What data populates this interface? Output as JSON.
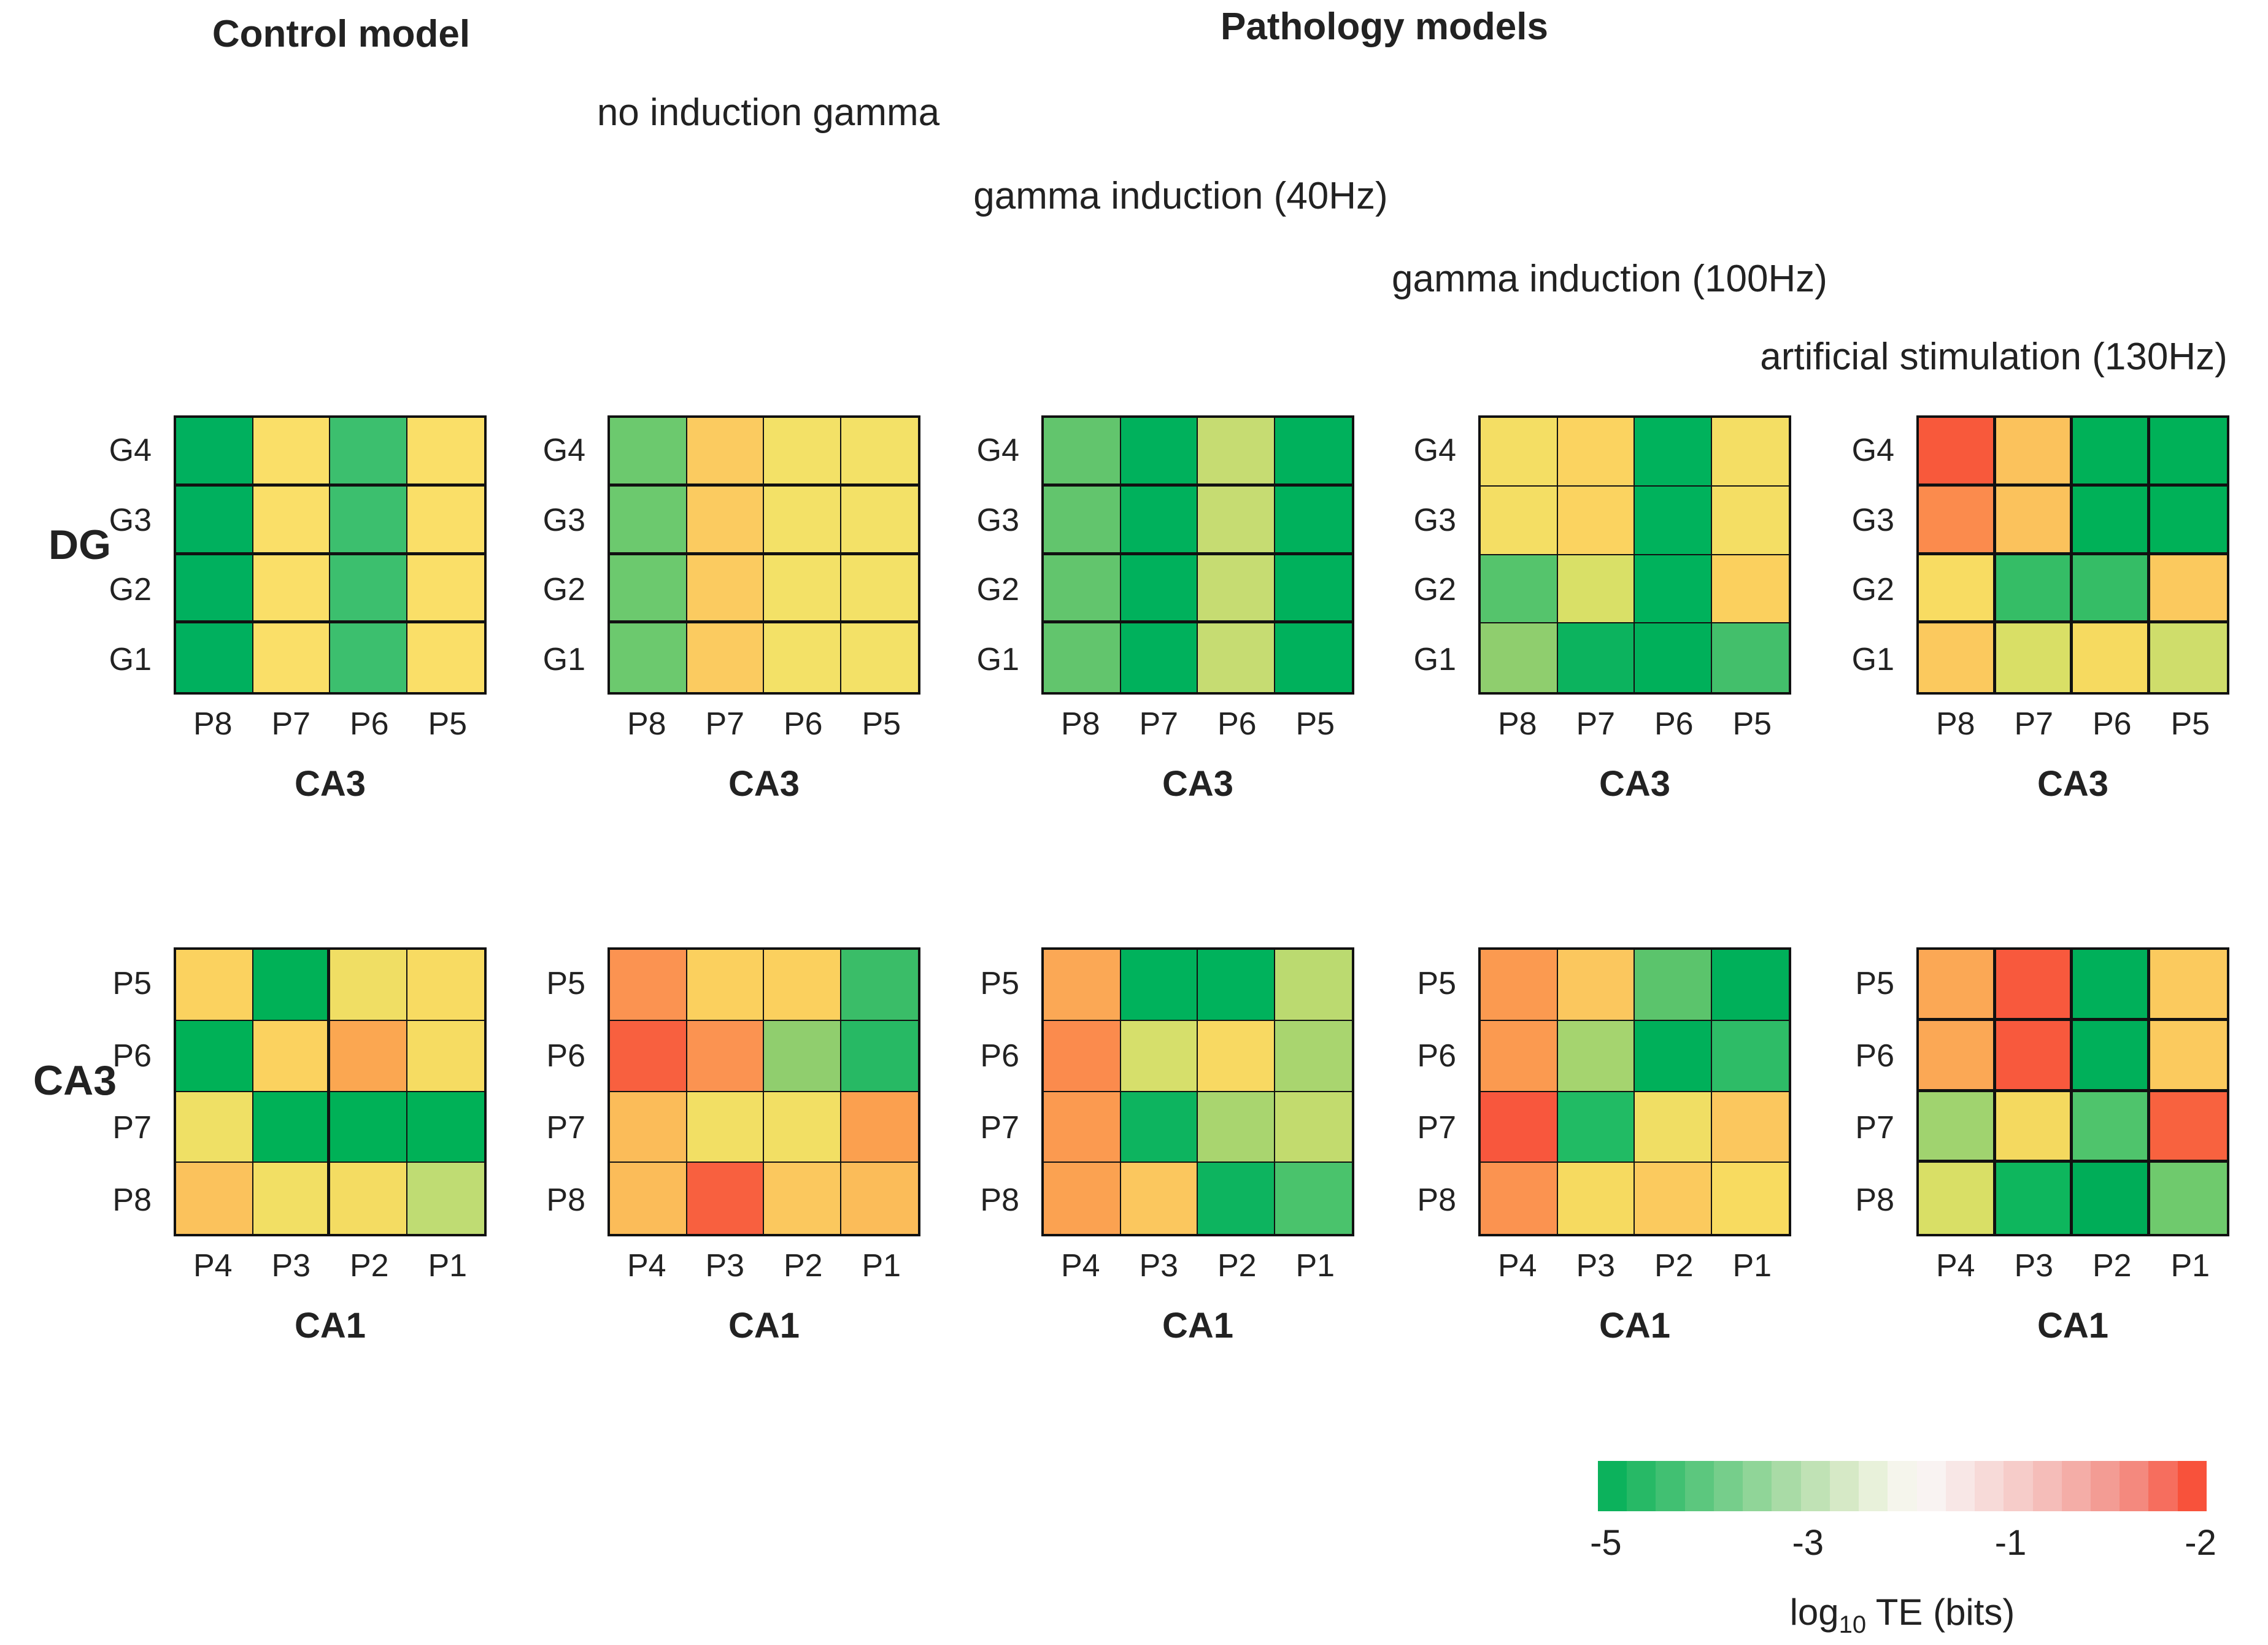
{
  "header": {
    "control_title": "Control model",
    "pathology_title": "Pathology models"
  },
  "conditions": [
    "no induction gamma",
    "gamma induction (40Hz)",
    "gamma induction (100Hz)",
    "artificial stimulation (130Hz)"
  ],
  "row_groups": {
    "top_label": "DG",
    "bottom_label": "CA3"
  },
  "chart_data": [
    {
      "id": "dg-ca3-control",
      "type": "heatmap",
      "condition": "Control model",
      "ylabel": "DG",
      "xlabel": "CA3",
      "rows": [
        "G4",
        "G3",
        "G2",
        "G1"
      ],
      "cols": [
        "P8",
        "P7",
        "P6",
        "P5"
      ],
      "line_style": "rows",
      "cell_colors": [
        [
          "#00B05E",
          "#FADF68",
          "#3CBF6E",
          "#FADF68"
        ],
        [
          "#00B05E",
          "#FADF68",
          "#3CBF6E",
          "#FADF68"
        ],
        [
          "#00B05E",
          "#FADF68",
          "#3CBF6E",
          "#FADF68"
        ],
        [
          "#00B05E",
          "#FADF68",
          "#3CBF6E",
          "#FADF68"
        ]
      ]
    },
    {
      "id": "dg-ca3-no-induction",
      "type": "heatmap",
      "condition": "no induction gamma",
      "ylabel": "DG",
      "xlabel": "CA3",
      "rows": [
        "G4",
        "G3",
        "G2",
        "G1"
      ],
      "cols": [
        "P8",
        "P7",
        "P6",
        "P5"
      ],
      "line_style": "rows",
      "cell_colors": [
        [
          "#6CC96E",
          "#FBCB60",
          "#F3E167",
          "#F3E167"
        ],
        [
          "#6CC96E",
          "#FBCB60",
          "#F3E167",
          "#F3E167"
        ],
        [
          "#6CC96E",
          "#FBCB60",
          "#F3E167",
          "#F3E167"
        ],
        [
          "#6CC96E",
          "#FBCB60",
          "#F3E167",
          "#F3E167"
        ]
      ]
    },
    {
      "id": "dg-ca3-gamma-40hz",
      "type": "heatmap",
      "condition": "gamma induction (40Hz)",
      "ylabel": "DG",
      "xlabel": "CA3",
      "rows": [
        "G4",
        "G3",
        "G2",
        "G1"
      ],
      "cols": [
        "P8",
        "P7",
        "P6",
        "P5"
      ],
      "line_style": "rows",
      "cell_colors": [
        [
          "#62C56D",
          "#00B15C",
          "#C6DC72",
          "#00B15C"
        ],
        [
          "#62C56D",
          "#00B15C",
          "#C6DC72",
          "#00B15C"
        ],
        [
          "#62C56D",
          "#00B15C",
          "#C6DC72",
          "#00B15C"
        ],
        [
          "#62C56D",
          "#00B15C",
          "#C6DC72",
          "#00B15C"
        ]
      ]
    },
    {
      "id": "dg-ca3-gamma-100hz",
      "type": "heatmap",
      "condition": "gamma induction (100Hz)",
      "ylabel": "DG",
      "xlabel": "CA3",
      "rows": [
        "G4",
        "G3",
        "G2",
        "G1"
      ],
      "cols": [
        "P8",
        "P7",
        "P6",
        "P5"
      ],
      "line_style": "thin",
      "cell_colors": [
        [
          "#F4DE64",
          "#FBD360",
          "#00B25C",
          "#F4DE64"
        ],
        [
          "#F4DE64",
          "#FBD360",
          "#00B25C",
          "#F4DE64"
        ],
        [
          "#55C46C",
          "#D9E067",
          "#00B25C",
          "#FBD05E"
        ],
        [
          "#8FCE6E",
          "#0CB35E",
          "#00B05A",
          "#43BF6B"
        ]
      ]
    },
    {
      "id": "dg-ca3-artificial-130hz",
      "type": "heatmap",
      "condition": "artificial stimulation (130Hz)",
      "ylabel": "DG",
      "xlabel": "CA3",
      "rows": [
        "G4",
        "G3",
        "G2",
        "G1"
      ],
      "cols": [
        "P8",
        "P7",
        "P6",
        "P5"
      ],
      "line_style": "all",
      "cell_colors": [
        [
          "#F8593B",
          "#FBC25C",
          "#00B158",
          "#00B158"
        ],
        [
          "#FB8B4D",
          "#FBC25C",
          "#00B158",
          "#00B158"
        ],
        [
          "#F8DC62",
          "#35BD66",
          "#35BD66",
          "#FBC95E"
        ],
        [
          "#FBC95E",
          "#D9DF66",
          "#F6DA60",
          "#CFDD6B"
        ]
      ]
    },
    {
      "id": "ca3-ca1-control",
      "type": "heatmap",
      "condition": "Control model",
      "ylabel": "CA3",
      "xlabel": "CA1",
      "rows": [
        "P5",
        "P6",
        "P7",
        "P8"
      ],
      "cols": [
        "P4",
        "P3",
        "P2",
        "P1"
      ],
      "line_style": "mid-v",
      "cell_colors": [
        [
          "#FBD25F",
          "#00B157",
          "#F0DE64",
          "#F8DB62"
        ],
        [
          "#00B157",
          "#FBD25F",
          "#FBA751",
          "#F6DC62"
        ],
        [
          "#EFE065",
          "#00B157",
          "#00B157",
          "#00B157"
        ],
        [
          "#FBC25C",
          "#F2DF64",
          "#F4DC62",
          "#BFDC73"
        ]
      ]
    },
    {
      "id": "ca3-ca1-no-induction",
      "type": "heatmap",
      "condition": "no induction gamma",
      "ylabel": "CA3",
      "xlabel": "CA1",
      "rows": [
        "P5",
        "P6",
        "P7",
        "P8"
      ],
      "cols": [
        "P4",
        "P3",
        "P2",
        "P1"
      ],
      "line_style": "thin",
      "cell_colors": [
        [
          "#FB9351",
          "#FBD05E",
          "#FBD05E",
          "#3ABD68"
        ],
        [
          "#F8603F",
          "#FB9351",
          "#90CE6E",
          "#27B964"
        ],
        [
          "#FBBC59",
          "#F2DF64",
          "#F2DF64",
          "#FBA04F"
        ],
        [
          "#FBBC59",
          "#F8603F",
          "#FBC85E",
          "#FBBC59"
        ]
      ]
    },
    {
      "id": "ca3-ca1-gamma-40hz",
      "type": "heatmap",
      "condition": "gamma induction (40Hz)",
      "ylabel": "CA3",
      "xlabel": "CA1",
      "rows": [
        "P5",
        "P6",
        "P7",
        "P8"
      ],
      "cols": [
        "P4",
        "P3",
        "P2",
        "P1"
      ],
      "line_style": "thin",
      "cell_colors": [
        [
          "#FBA855",
          "#00B25C",
          "#00B25C",
          "#BBDA70"
        ],
        [
          "#FB8B4D",
          "#D6DF6B",
          "#F8D962",
          "#A9D56F"
        ],
        [
          "#FB9A50",
          "#0DB45F",
          "#A9D56F",
          "#C2DB6E"
        ],
        [
          "#FBA251",
          "#FBC75E",
          "#0DB45F",
          "#4AC36C"
        ]
      ]
    },
    {
      "id": "ca3-ca1-gamma-100hz",
      "type": "heatmap",
      "condition": "gamma induction (100Hz)",
      "ylabel": "CA3",
      "xlabel": "CA1",
      "rows": [
        "P5",
        "P6",
        "P7",
        "P8"
      ],
      "cols": [
        "P4",
        "P3",
        "P2",
        "P1"
      ],
      "line_style": "thin",
      "cell_colors": [
        [
          "#FB9A50",
          "#FBC75E",
          "#5BC46C",
          "#00B05A"
        ],
        [
          "#FB9A50",
          "#A5D46F",
          "#00B05A",
          "#2EBC67"
        ],
        [
          "#F8573D",
          "#21BB64",
          "#F0DE64",
          "#FBC75E"
        ],
        [
          "#FB9350",
          "#F6DA60",
          "#FBCA5E",
          "#F8DB60"
        ]
      ]
    },
    {
      "id": "ca3-ca1-artificial-130hz",
      "type": "heatmap",
      "condition": "artificial stimulation (130Hz)",
      "ylabel": "CA3",
      "xlabel": "CA1",
      "rows": [
        "P5",
        "P6",
        "P7",
        "P8"
      ],
      "cols": [
        "P4",
        "P3",
        "P2",
        "P1"
      ],
      "line_style": "all",
      "cell_colors": [
        [
          "#FBA855",
          "#F8593D",
          "#00B05A",
          "#FBCA5E"
        ],
        [
          "#FBA855",
          "#F8593D",
          "#00B05A",
          "#FBCA5E"
        ],
        [
          "#A0D36F",
          "#F4D95F",
          "#4FC46C",
          "#F8623F"
        ],
        [
          "#D9DF66",
          "#0EB65D",
          "#00AD58",
          "#6FCA6D"
        ]
      ]
    }
  ],
  "colorbar": {
    "label_main": "log",
    "label_sub": "10",
    "label_rest": " TE (bits)",
    "ticks": [
      {
        "label": "-5",
        "frac": 0.013
      },
      {
        "label": "-3",
        "frac": 0.345
      },
      {
        "label": "-1",
        "frac": 0.678
      },
      {
        "label": "-2",
        "frac": 0.99
      }
    ],
    "gradient": [
      "#0CB25C",
      "#27B966",
      "#41C072",
      "#5CC77E",
      "#76CE8B",
      "#90D598",
      "#A9DBA6",
      "#C0E2B5",
      "#D6E9C6",
      "#E8F1DA",
      "#F5F5EC",
      "#F9F3F2",
      "#F8E7E6",
      "#F7DAD8",
      "#F6CCC9",
      "#F5BDB9",
      "#F4ADA7",
      "#F39C94",
      "#F4897E",
      "#F66E5E",
      "#F8523B"
    ]
  }
}
